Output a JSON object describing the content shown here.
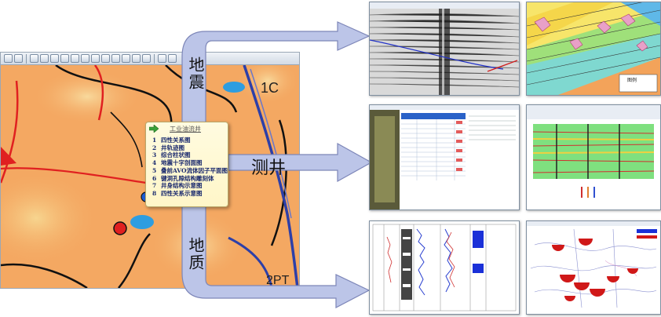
{
  "map": {
    "labels": {
      "top_right": "1C",
      "bottom_right": "2PT"
    }
  },
  "popup": {
    "title": "工业油流井",
    "items": [
      {
        "num": "1",
        "label": "四性关系图"
      },
      {
        "num": "2",
        "label": "井轨迹图"
      },
      {
        "num": "3",
        "label": "综合柱状图"
      },
      {
        "num": "4",
        "label": "地震十字剖面图"
      },
      {
        "num": "5",
        "label": "叠前AVO流体因子平面图"
      },
      {
        "num": "6",
        "label": "键洞孔隙结构雕刻体"
      },
      {
        "num": "7",
        "label": "井身结构示意图"
      },
      {
        "num": "8",
        "label": "四性关系示意图"
      }
    ]
  },
  "categories": {
    "seismic": "地震",
    "logging": "测井",
    "geology": "地质"
  },
  "thumbnails": {
    "geo_map_legend": "图例"
  },
  "colors": {
    "arrow_fill": "#bcc5e8",
    "arrow_stroke": "#7d86b8",
    "map_background": "#f4a862",
    "popup_text": "#1a2a6e"
  }
}
